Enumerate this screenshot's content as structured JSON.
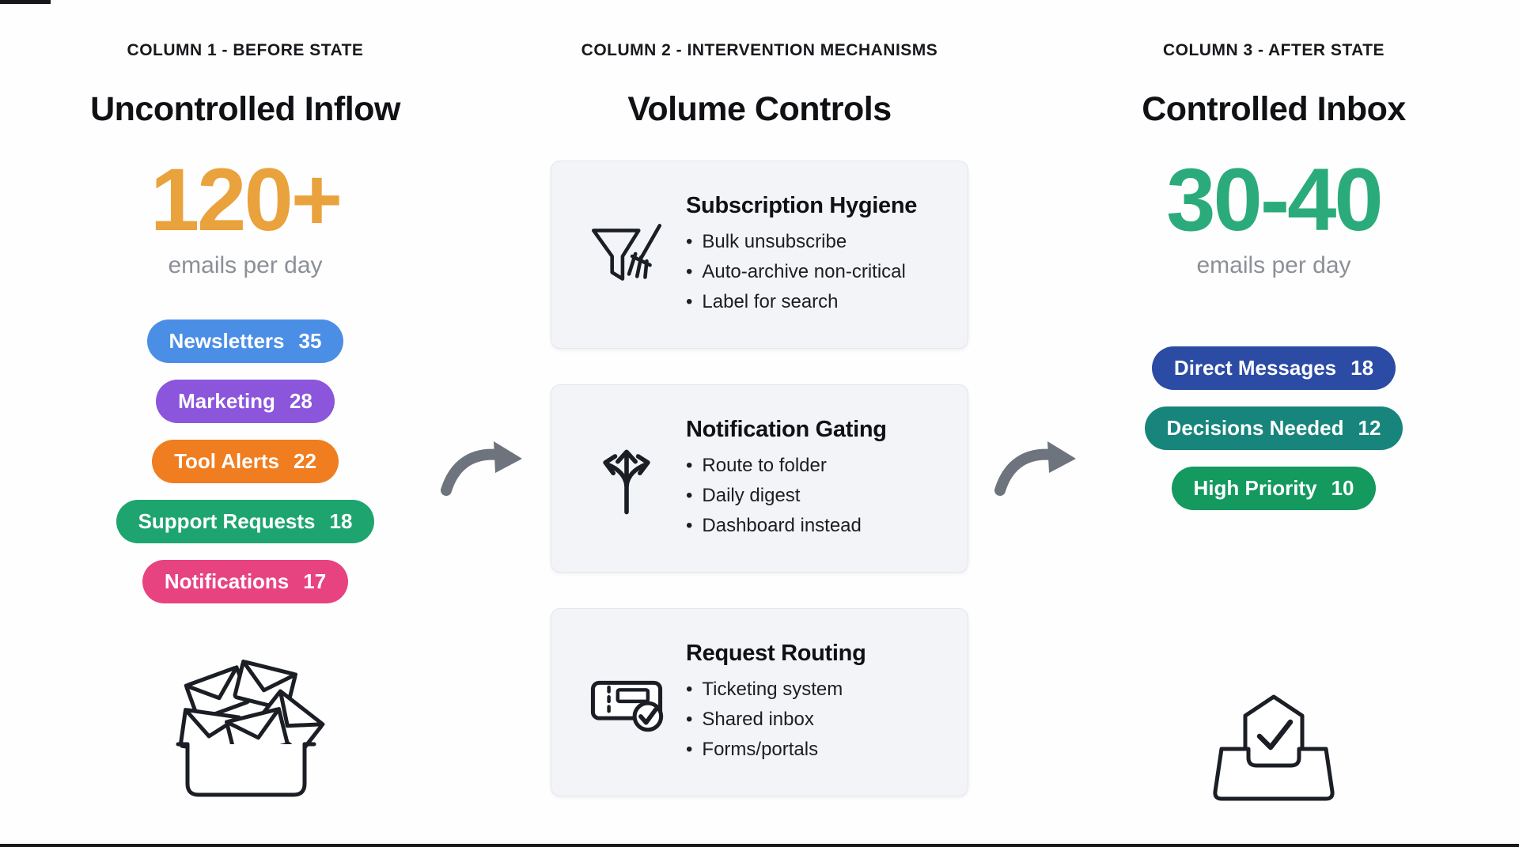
{
  "before": {
    "kicker": "COLUMN 1 - BEFORE STATE",
    "title": "Uncontrolled Inflow",
    "stat": {
      "value": "120+",
      "color": "#E9A23C",
      "caption": "emails per day"
    },
    "categories": [
      {
        "label": "Newsletters",
        "count": "35",
        "color": "#4B8EE6"
      },
      {
        "label": "Marketing",
        "count": "28",
        "color": "#8B55DC"
      },
      {
        "label": "Tool Alerts",
        "count": "22",
        "color": "#F07D1F"
      },
      {
        "label": "Support Requests",
        "count": "18",
        "color": "#1EA56F"
      },
      {
        "label": "Notifications",
        "count": "17",
        "color": "#E84381"
      }
    ]
  },
  "intervention": {
    "kicker": "COLUMN 2 - INTERVENTION MECHANISMS",
    "title": "Volume Controls",
    "cards": [
      {
        "title": "Subscription Hygiene",
        "bullets": [
          "Bulk unsubscribe",
          "Auto-archive non-critical",
          "Label for search"
        ]
      },
      {
        "title": "Notification Gating",
        "bullets": [
          "Route to folder",
          "Daily digest",
          "Dashboard instead"
        ]
      },
      {
        "title": "Request Routing",
        "bullets": [
          "Ticketing system",
          "Shared inbox",
          "Forms/portals"
        ]
      }
    ]
  },
  "after": {
    "kicker": "COLUMN 3 - AFTER STATE",
    "title": "Controlled Inbox",
    "stat": {
      "value": "30-40",
      "color": "#2BAB7C",
      "caption": "emails per day"
    },
    "categories": [
      {
        "label": "Direct Messages",
        "count": "18",
        "color": "#2B4BA4"
      },
      {
        "label": "Decisions Needed",
        "count": "12",
        "color": "#17857B"
      },
      {
        "label": "High Priority",
        "count": "10",
        "color": "#14995F"
      }
    ]
  }
}
